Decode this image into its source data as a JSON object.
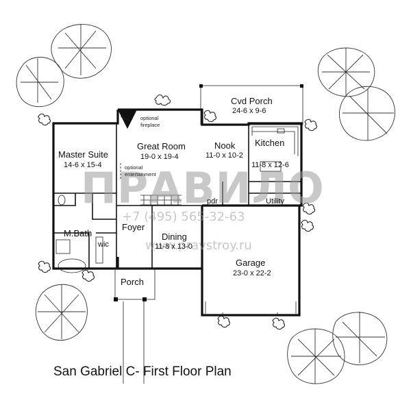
{
  "title": "San Gabriel C- First Floor Plan",
  "rooms": {
    "cvd_porch": {
      "name": "Cvd Porch",
      "dims": "24-6 x 9-6"
    },
    "great_room": {
      "name": "Great Room",
      "dims": "19-0 x 19-4"
    },
    "nook": {
      "name": "Nook",
      "dims": "11-0 x 10-2"
    },
    "kitchen": {
      "name": "Kitchen",
      "dims": "11-8 x 12-6"
    },
    "master_suite": {
      "name": "Master Suite",
      "dims": "14-6 x 15-4"
    },
    "utility": {
      "name": "Utility"
    },
    "pdr": {
      "name": "pdr"
    },
    "foyer": {
      "name": "Foyer"
    },
    "dining": {
      "name": "Dining",
      "dims": "11-8 x 13-0"
    },
    "garage": {
      "name": "Garage",
      "dims": "23-0 x 22-2"
    },
    "m_bath": {
      "name": "M.Bath"
    },
    "wic": {
      "name": "wic"
    },
    "porch": {
      "name": "Porch"
    }
  },
  "notes": {
    "fireplace_1": "optional",
    "fireplace_2": "fireplace",
    "entertainment_1": "optional",
    "entertainment_2": "entertainment"
  },
  "watermark": {
    "brand": "ПРАВИЛО",
    "phone": "+7 (495) 565-32-63",
    "site": "www.pravstroy.ru"
  }
}
